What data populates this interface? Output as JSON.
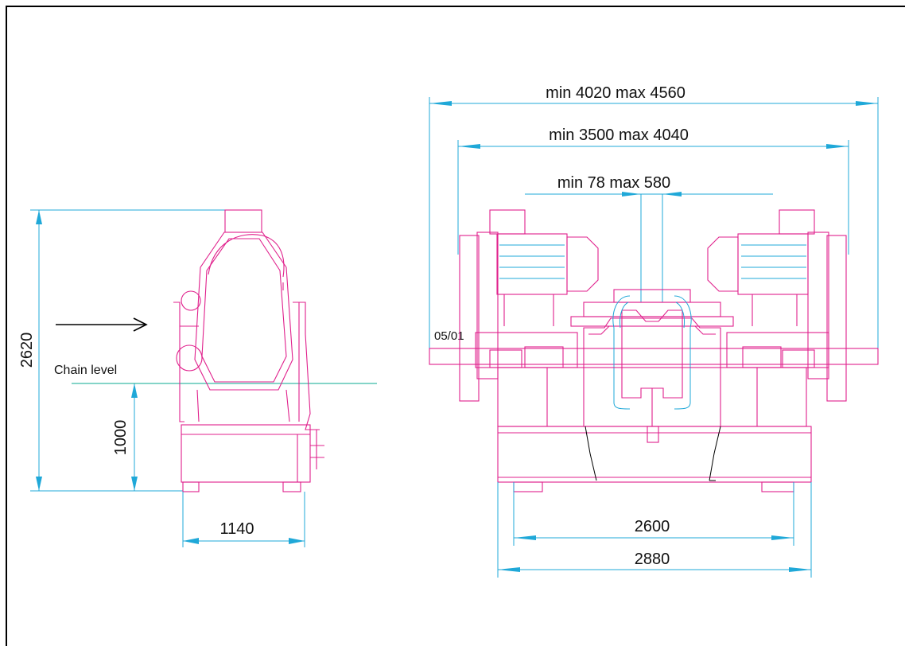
{
  "dimensions": {
    "overall_width": "min 4020  max 4560",
    "roller_span": "min 3500  max 4040",
    "gap": "min 78  max 580",
    "total_height": "2620",
    "chain_height": "1000",
    "side_width": "1140",
    "frame_inner": "2600",
    "frame_outer": "2880"
  },
  "labels": {
    "chain_level": "Chain level",
    "revision": "05/01"
  },
  "colors": {
    "dimension": "#1fa8d8",
    "machine": "#e0208c",
    "frame": "#000000",
    "chain_line": "#0aa890"
  }
}
